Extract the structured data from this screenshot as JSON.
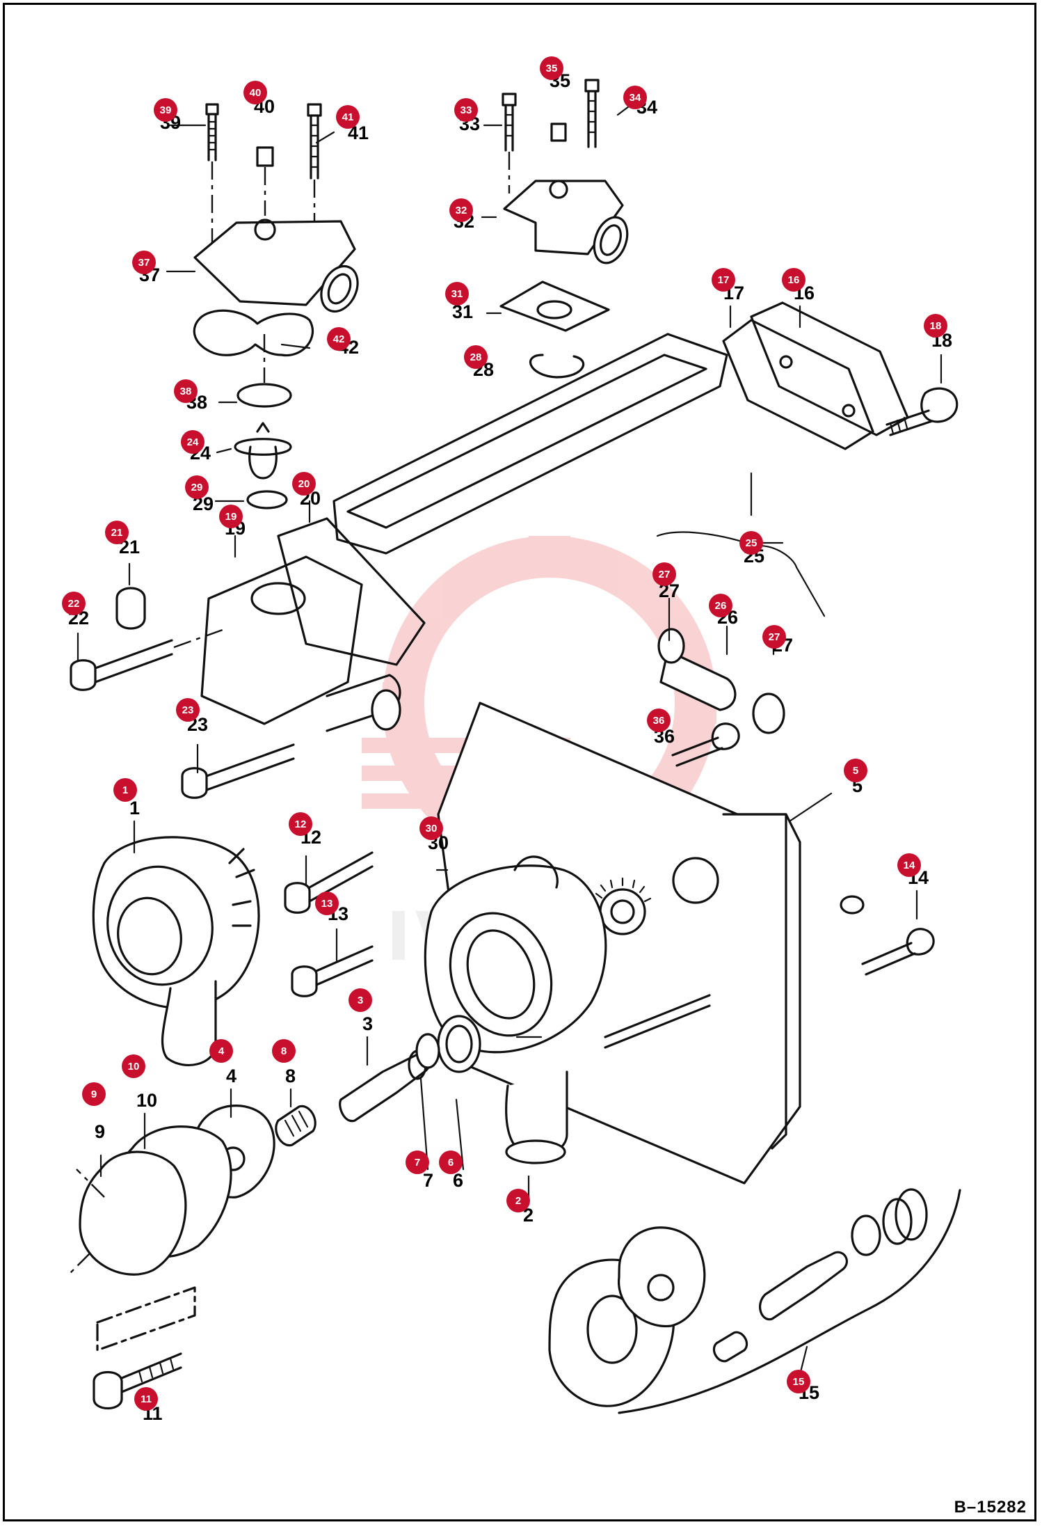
{
  "diagram": {
    "reference": "B–15282",
    "watermark": "IVITEX",
    "marker_color": "#c8102e",
    "watermark_color": "#e8393a",
    "callouts": [
      "1",
      "2",
      "3",
      "4",
      "5",
      "6",
      "7",
      "8",
      "9",
      "10",
      "11",
      "12",
      "13",
      "14",
      "15",
      "16",
      "17",
      "18",
      "19",
      "20",
      "21",
      "22",
      "23",
      "24",
      "25",
      "26",
      "27",
      "28",
      "29",
      "30",
      "31",
      "32",
      "33",
      "34",
      "35",
      "36",
      "37",
      "38",
      "39",
      "40",
      "41",
      "42"
    ]
  }
}
